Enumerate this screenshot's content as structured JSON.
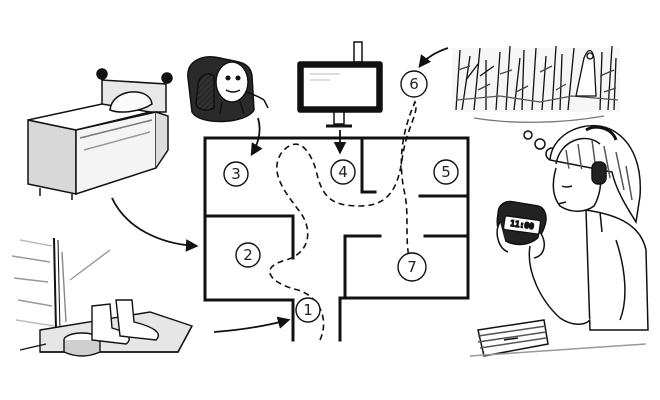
{
  "diagram": {
    "locations": [
      {
        "id": 1,
        "label": "1"
      },
      {
        "id": 2,
        "label": "2"
      },
      {
        "id": 3,
        "label": "3"
      },
      {
        "id": 4,
        "label": "4"
      },
      {
        "id": 5,
        "label": "5"
      },
      {
        "id": 6,
        "label": "6"
      },
      {
        "id": 7,
        "label": "7"
      }
    ],
    "clock_display": "11:00"
  },
  "colors": {
    "ink": "#111111",
    "paper": "#ffffff",
    "shade": "#bdbdbd"
  }
}
